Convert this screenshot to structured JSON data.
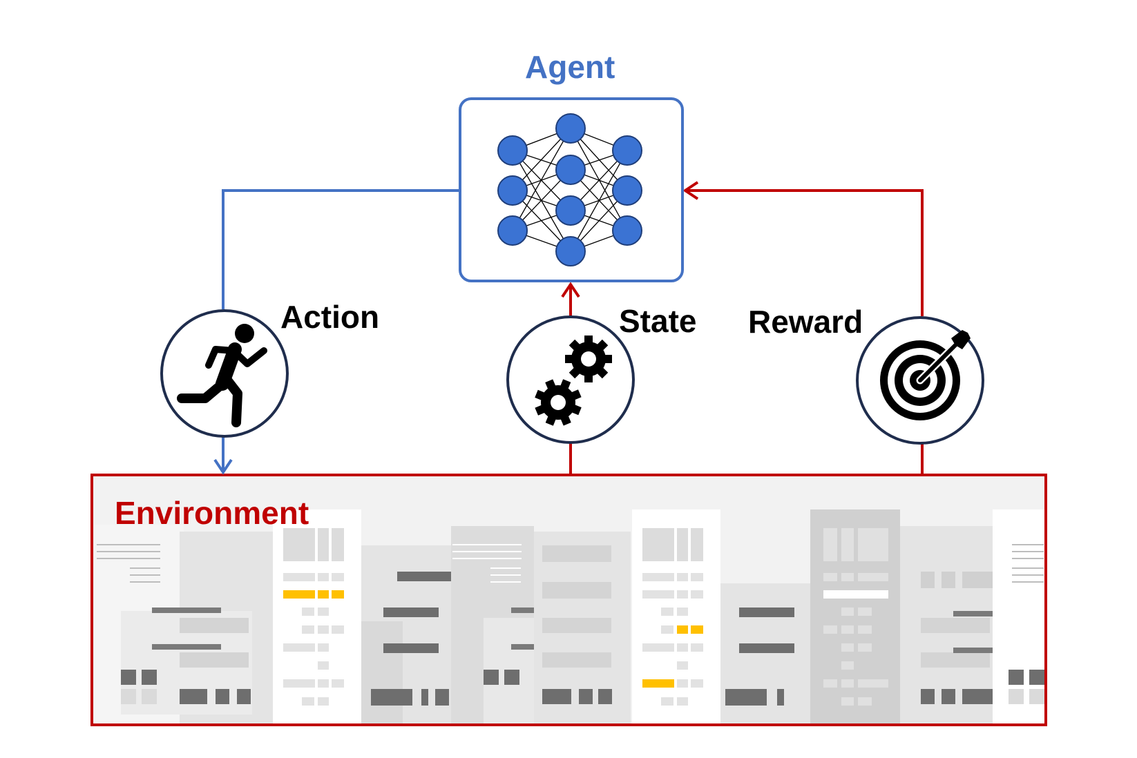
{
  "agent": {
    "title": "Agent",
    "icon": "neural-network-icon",
    "color": "#4472C4"
  },
  "signals": {
    "action": {
      "label": "Action",
      "icon": "running-person-icon"
    },
    "state": {
      "label": "State",
      "icon": "gears-icon"
    },
    "reward": {
      "label": "Reward",
      "icon": "target-arrow-icon"
    }
  },
  "environment": {
    "title": "Environment",
    "color": "#C00000",
    "background": "ui-screens-collage"
  },
  "colors": {
    "agent_blue": "#4472C4",
    "env_red": "#C00000",
    "circle_border": "#1F2D4D",
    "highlight_yellow": "#FFC000"
  }
}
